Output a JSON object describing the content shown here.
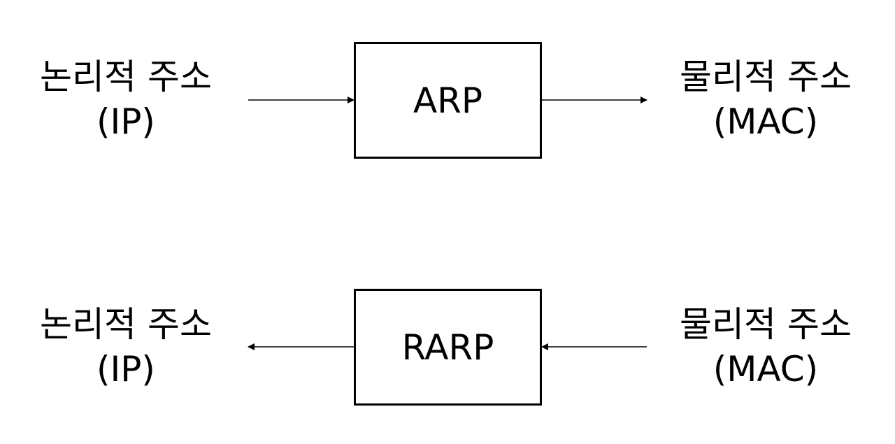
{
  "rows": [
    {
      "left": {
        "line1": "논리적 주소",
        "line2": "(IP)"
      },
      "process": "ARP",
      "right": {
        "line1": "물리적 주소",
        "line2": "(MAC)"
      },
      "direction": "left-to-right"
    },
    {
      "left": {
        "line1": "논리적 주소",
        "line2": "(IP)"
      },
      "process": "RARP",
      "right": {
        "line1": "물리적 주소",
        "line2": "(MAC)"
      },
      "direction": "right-to-left"
    }
  ]
}
